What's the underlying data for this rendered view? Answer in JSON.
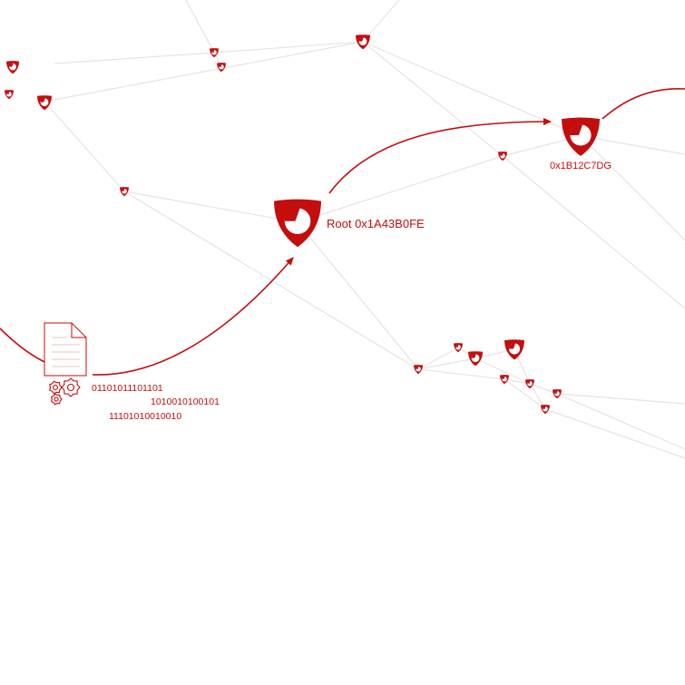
{
  "colors": {
    "accent": "#c40d0d",
    "edge": "#e4e4e4",
    "background": "#ffffff"
  },
  "labels": {
    "root": "Root 0x1A43B0FE",
    "node": "0x1B12C7DG"
  },
  "binary_lines": [
    "01101011101101",
    "1010010100101",
    "11101010010010"
  ],
  "icons": {
    "node": "shield-icon",
    "document": "document-icon",
    "gears": "gears-icon"
  }
}
